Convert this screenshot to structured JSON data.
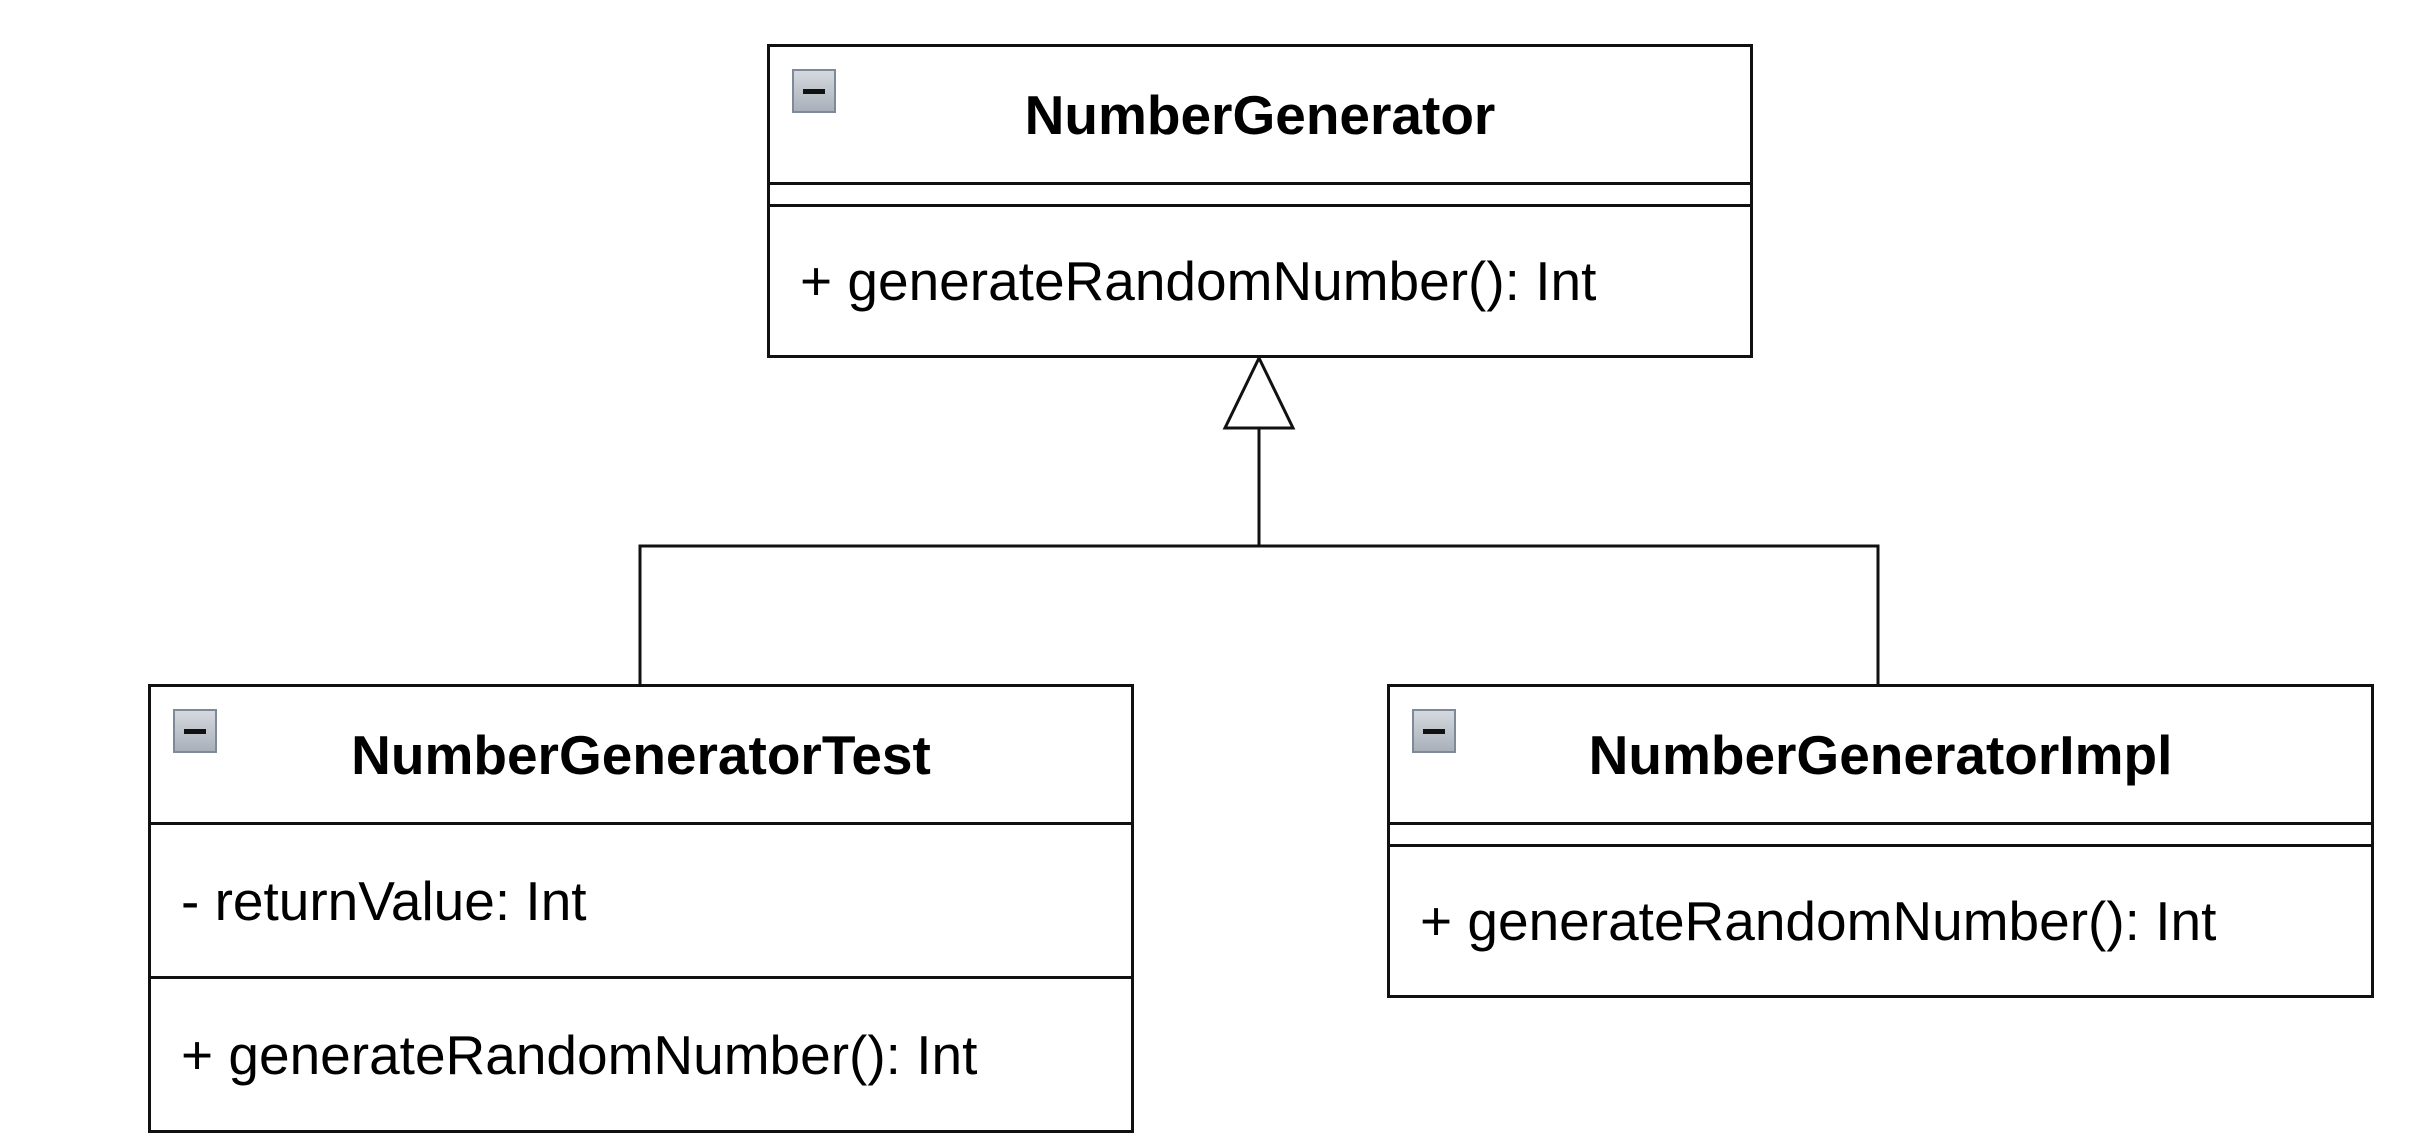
{
  "diagram": {
    "type": "uml-class-diagram",
    "relationship": "generalization",
    "line_color": "#111111",
    "icon_color": "#a9b0ba",
    "classes": {
      "parent": {
        "name": "NumberGenerator",
        "attributes": [],
        "operations": [
          "+ generateRandomNumber(): Int"
        ]
      },
      "test": {
        "name": "NumberGeneratorTest",
        "attributes": [
          "- returnValue: Int"
        ],
        "operations": [
          "+ generateRandomNumber(): Int"
        ]
      },
      "impl": {
        "name": "NumberGeneratorImpl",
        "attributes": [],
        "operations": [
          "+ generateRandomNumber(): Int"
        ]
      }
    }
  }
}
